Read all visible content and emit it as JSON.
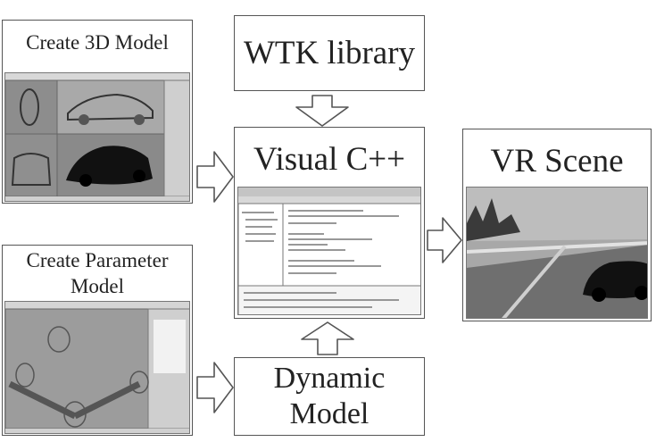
{
  "nodes": {
    "create_3d_model": {
      "label": "Create 3D Model"
    },
    "create_parameter_model": {
      "label_line1": "Create Parameter",
      "label_line2": "Model"
    },
    "wtk_library": {
      "label": "WTK library"
    },
    "visual_cpp": {
      "label": "Visual C++"
    },
    "dynamic_model": {
      "label_line1": "Dynamic",
      "label_line2": "Model"
    },
    "vr_scene": {
      "label": "VR Scene"
    }
  },
  "colors": {
    "border": "#555555",
    "arrow_fill": "#ffffff",
    "arrow_stroke": "#555555",
    "screenshot_gray": "#9a9a9a"
  }
}
